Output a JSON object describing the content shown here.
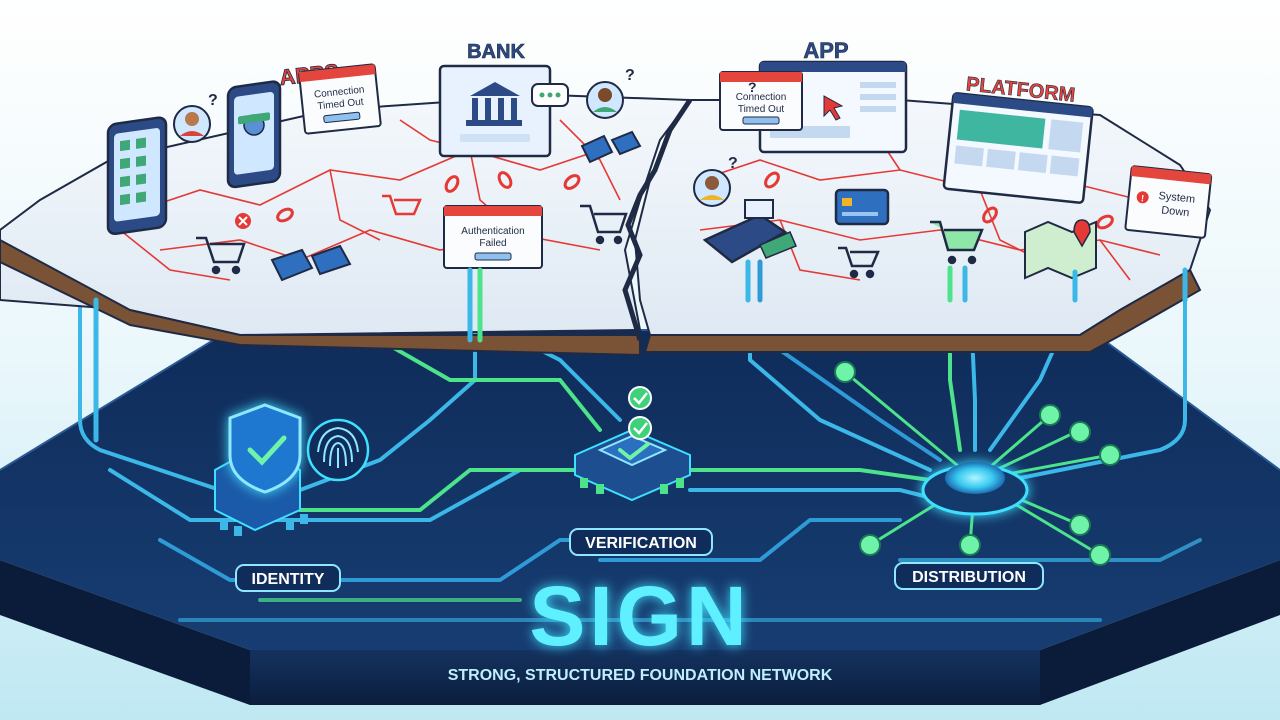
{
  "top_labels": {
    "apps": "APPS",
    "bank": "BANK",
    "app": "APP",
    "platform": "PLATFORM"
  },
  "error_dialogs": [
    {
      "id": "connection-timeout-apps",
      "text_line1": "Connection",
      "text_line2": "Timed Out"
    },
    {
      "id": "connection-timeout-app",
      "text_line1": "Connection",
      "text_line2": "Timed Out"
    },
    {
      "id": "auth-failed",
      "text_line1": "Authentication",
      "text_line2": "Failed"
    },
    {
      "id": "system-down",
      "text_line1": "System",
      "text_line2": "Down"
    }
  ],
  "question_marks": [
    "?",
    "?",
    "?",
    "?"
  ],
  "pillars": {
    "identity": "IDENTITY",
    "verification": "VERIFICATION",
    "distribution": "DISTRIBUTION"
  },
  "brand": {
    "title": "SIGN",
    "subtitle": "STRONG, STRUCTURED FOUNDATION NETWORK"
  },
  "colors": {
    "crack_red": "#e53935",
    "dialog_red": "#e4453c",
    "base_navy": "#0e2a55",
    "cyan_glow": "#3fe0ff",
    "green_glow": "#4ce38a",
    "ice_top": "#e9f1f8",
    "dirt": "#7a5236"
  },
  "icons": [
    "smartphone-icon",
    "user-avatar-icon",
    "shopping-cart-icon",
    "broken-card-icon",
    "broken-chain-icon",
    "bank-icon",
    "chat-bubble-icon",
    "payment-terminal-icon",
    "credit-card-icon",
    "map-pin-icon",
    "browser-window-icon",
    "shield-check-icon",
    "fingerprint-icon",
    "chip-check-icon",
    "hub-node-icon"
  ]
}
